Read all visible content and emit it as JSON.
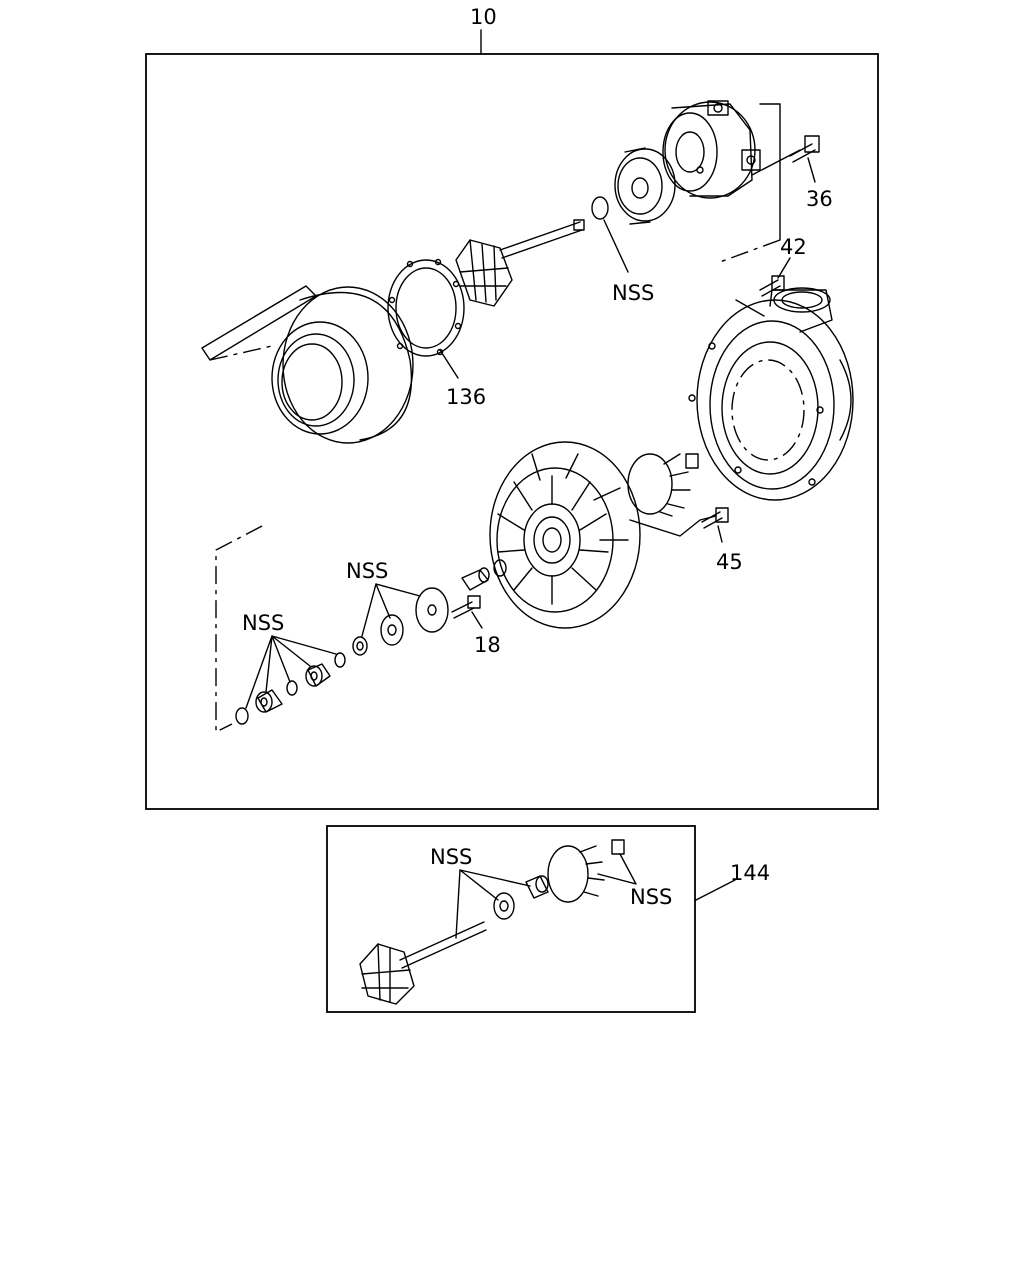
{
  "diagram": {
    "assembly_label": "10",
    "callouts": {
      "c36": "36",
      "c42": "42",
      "c45": "45",
      "c18": "18",
      "c136": "136",
      "c144": "144",
      "nss_ring": "NSS",
      "nss_bearings": "NSS",
      "nss_thrust": "NSS",
      "nss_kit_left": "NSS",
      "nss_kit_right": "NSS"
    }
  }
}
